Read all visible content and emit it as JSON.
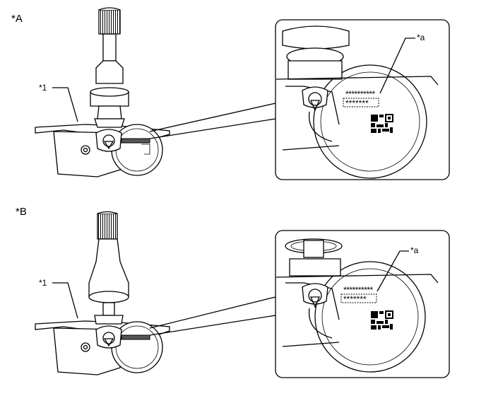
{
  "figure_a": {
    "label": "*A",
    "callout_part": "*1",
    "callout_detail": "*a",
    "code_line_1": "**********",
    "code_line_2": "*******"
  },
  "figure_b": {
    "label": "*B",
    "callout_part": "*1",
    "callout_detail": "*a",
    "code_line_1": "**********",
    "code_line_2": "*******"
  },
  "icons": {
    "sensor": "tire-pressure-sensor-icon",
    "code": "qr-code-icon"
  }
}
